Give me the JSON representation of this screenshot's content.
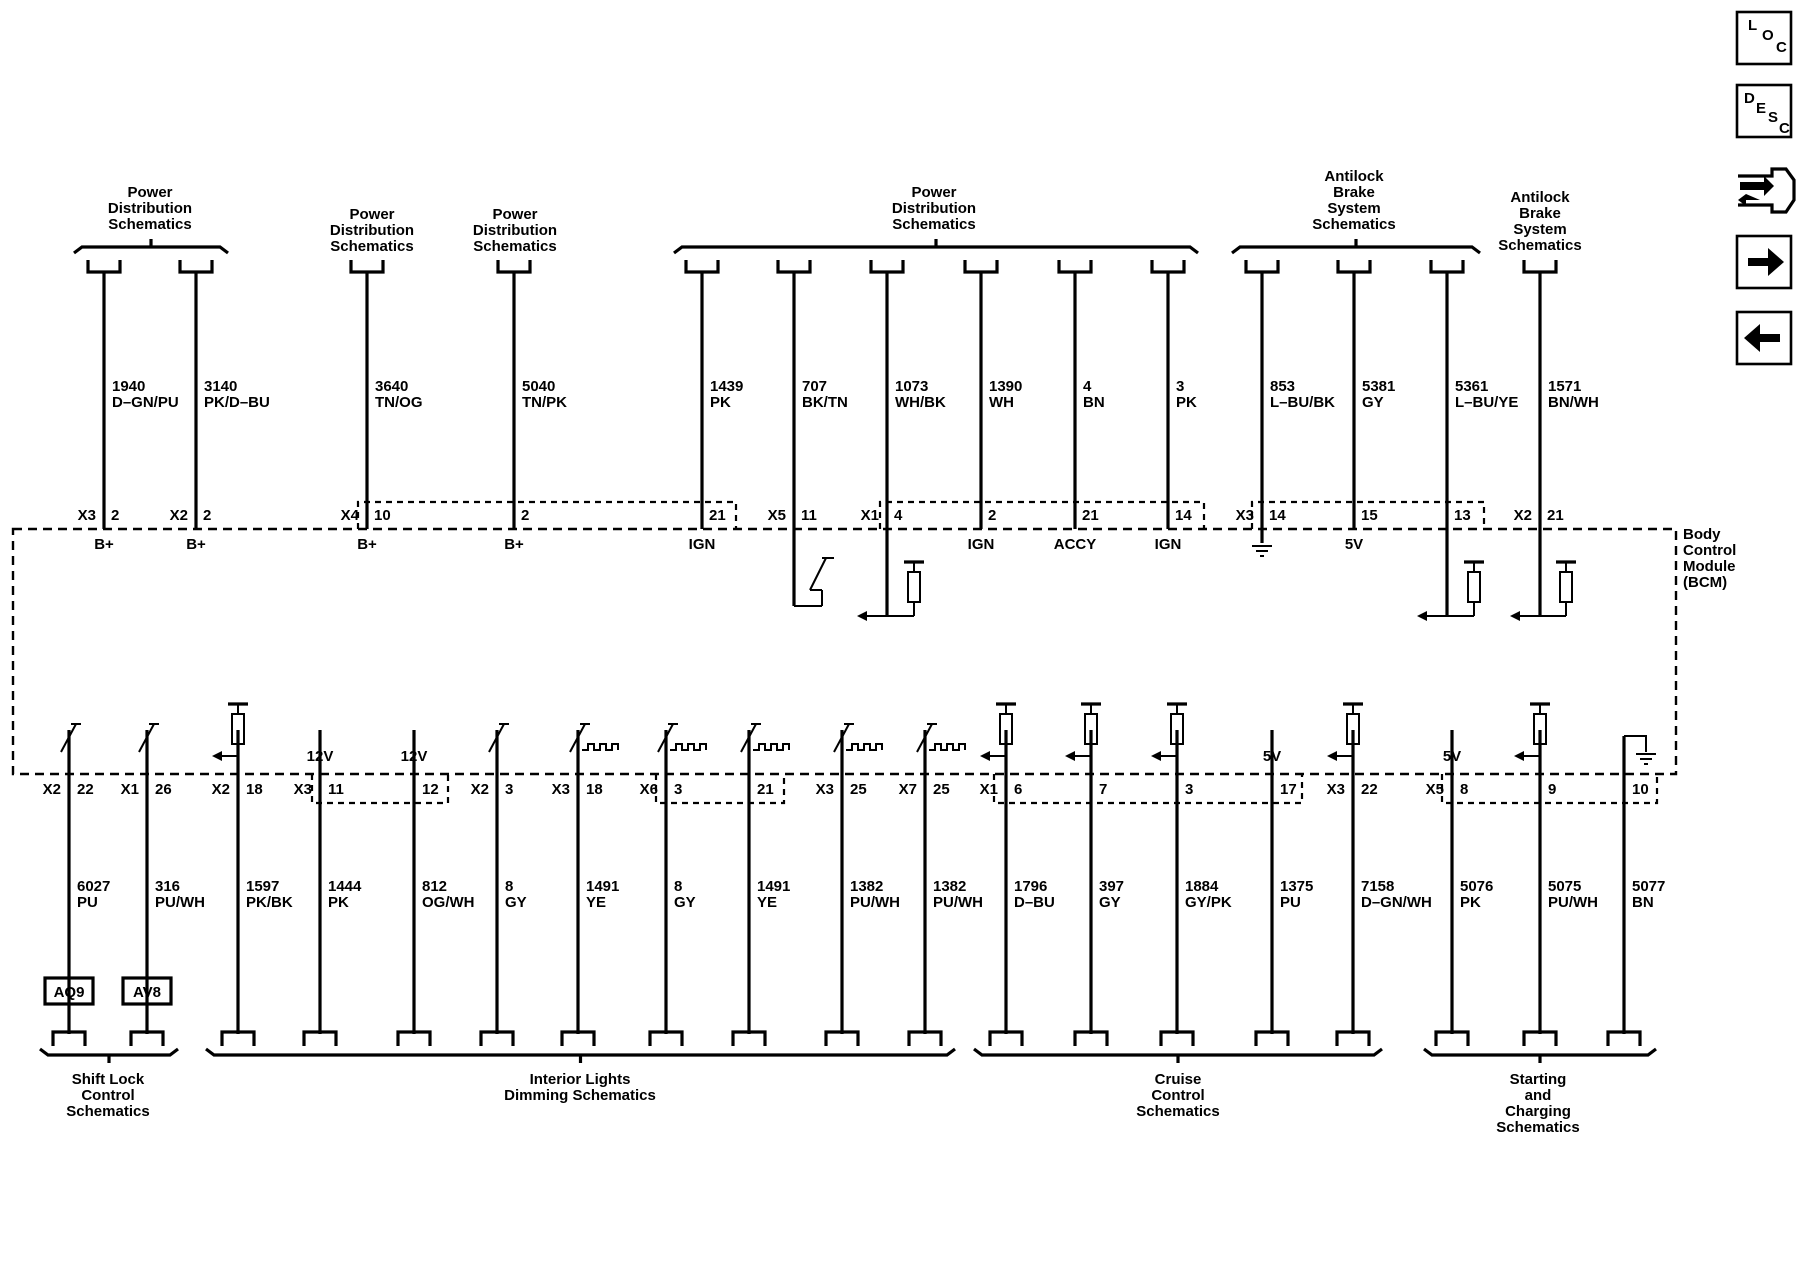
{
  "module_label": [
    "Body",
    "Control",
    "Module",
    "(BCM)"
  ],
  "top_groups": [
    {
      "lines": [
        "Power",
        "Distribution",
        "Schematics"
      ]
    },
    {
      "lines": [
        "Power",
        "Distribution",
        "Schematics"
      ]
    },
    {
      "lines": [
        "Power",
        "Distribution",
        "Schematics"
      ]
    },
    {
      "lines": [
        "Power",
        "Distribution",
        "Schematics"
      ]
    },
    {
      "lines": [
        "Antilock",
        "Brake",
        "System",
        "Schematics"
      ]
    },
    {
      "lines": [
        "Antilock",
        "Brake",
        "System",
        "Schematics"
      ]
    }
  ],
  "bottom_groups": [
    {
      "lines": [
        "Shift Lock",
        "Control",
        "Schematics"
      ]
    },
    {
      "lines": [
        "Interior Lights",
        "Dimming Schematics"
      ]
    },
    {
      "lines": [
        "Cruise",
        "Control",
        "Schematics"
      ]
    },
    {
      "lines": [
        "Starting",
        "and",
        "Charging",
        "Schematics"
      ]
    }
  ],
  "top_wires": [
    {
      "circuit": "1940",
      "color": "D–GN/PU",
      "conn": "X3",
      "pin": "2",
      "func": "B+"
    },
    {
      "circuit": "3140",
      "color": "PK/D–BU",
      "conn": "X2",
      "pin": "2",
      "func": "B+"
    },
    {
      "circuit": "3640",
      "color": "TN/OG",
      "conn": "X4",
      "pin": "10",
      "func": "B+"
    },
    {
      "circuit": "5040",
      "color": "TN/PK",
      "conn": "",
      "pin": "2",
      "func": "B+"
    },
    {
      "circuit": "1439",
      "color": "PK",
      "conn": "",
      "pin": "21",
      "func": "IGN"
    },
    {
      "circuit": "707",
      "color": "BK/TN",
      "conn": "X5",
      "pin": "11",
      "func": ""
    },
    {
      "circuit": "1073",
      "color": "WH/BK",
      "conn": "X1",
      "pin": "4",
      "func": ""
    },
    {
      "circuit": "1390",
      "color": "WH",
      "conn": "",
      "pin": "2",
      "func": "IGN"
    },
    {
      "circuit": "4",
      "color": "BN",
      "conn": "",
      "pin": "21",
      "func": "ACCY"
    },
    {
      "circuit": "3",
      "color": "PK",
      "conn": "",
      "pin": "14",
      "func": "IGN"
    },
    {
      "circuit": "853",
      "color": "L–BU/BK",
      "conn": "X3",
      "pin": "14",
      "func": ""
    },
    {
      "circuit": "5381",
      "color": "GY",
      "conn": "",
      "pin": "15",
      "func": "5V"
    },
    {
      "circuit": "5361",
      "color": "L–BU/YE",
      "conn": "",
      "pin": "13",
      "func": ""
    },
    {
      "circuit": "1571",
      "color": "BN/WH",
      "conn": "X2",
      "pin": "21",
      "func": ""
    }
  ],
  "bottom_wires": [
    {
      "circuit": "6027",
      "color": "PU",
      "conn": "X2",
      "pin": "22",
      "above": "",
      "option": "AQ9"
    },
    {
      "circuit": "316",
      "color": "PU/WH",
      "conn": "X1",
      "pin": "26",
      "above": "",
      "option": "AV8"
    },
    {
      "circuit": "1597",
      "color": "PK/BK",
      "conn": "X2",
      "pin": "18",
      "above": "",
      "option": ""
    },
    {
      "circuit": "1444",
      "color": "PK",
      "conn": "X3",
      "pin": "11",
      "above": "12V",
      "option": ""
    },
    {
      "circuit": "812",
      "color": "OG/WH",
      "conn": "",
      "pin": "12",
      "above": "12V",
      "option": ""
    },
    {
      "circuit": "8",
      "color": "GY",
      "conn": "X2",
      "pin": "3",
      "above": "",
      "option": ""
    },
    {
      "circuit": "1491",
      "color": "YE",
      "conn": "X3",
      "pin": "18",
      "above": "",
      "option": ""
    },
    {
      "circuit": "8",
      "color": "GY",
      "conn": "X6",
      "pin": "3",
      "above": "",
      "option": ""
    },
    {
      "circuit": "1491",
      "color": "YE",
      "conn": "",
      "pin": "21",
      "above": "",
      "option": ""
    },
    {
      "circuit": "1382",
      "color": "PU/WH",
      "conn": "X3",
      "pin": "25",
      "above": "",
      "option": ""
    },
    {
      "circuit": "1382",
      "color": "PU/WH",
      "conn": "X7",
      "pin": "25",
      "above": "",
      "option": ""
    },
    {
      "circuit": "1796",
      "color": "D–BU",
      "conn": "X1",
      "pin": "6",
      "above": "",
      "option": ""
    },
    {
      "circuit": "397",
      "color": "GY",
      "conn": "",
      "pin": "7",
      "above": "",
      "option": ""
    },
    {
      "circuit": "1884",
      "color": "GY/PK",
      "conn": "",
      "pin": "3",
      "above": "",
      "option": ""
    },
    {
      "circuit": "1375",
      "color": "PU",
      "conn": "",
      "pin": "17",
      "above": "5V",
      "option": ""
    },
    {
      "circuit": "7158",
      "color": "D–GN/WH",
      "conn": "X3",
      "pin": "22",
      "above": "",
      "option": ""
    },
    {
      "circuit": "5076",
      "color": "PK",
      "conn": "X5",
      "pin": "8",
      "above": "5V",
      "option": ""
    },
    {
      "circuit": "5075",
      "color": "PU/WH",
      "conn": "",
      "pin": "9",
      "above": "",
      "option": ""
    },
    {
      "circuit": "5077",
      "color": "BN",
      "conn": "",
      "pin": "10",
      "above": "",
      "option": ""
    }
  ],
  "nav": {
    "loc": [
      "L",
      "O",
      "C"
    ],
    "desc": [
      "D",
      "E",
      "S",
      "C"
    ],
    "icons": [
      "connector-nav-icon",
      "forward-arrow-icon",
      "back-arrow-icon"
    ]
  }
}
